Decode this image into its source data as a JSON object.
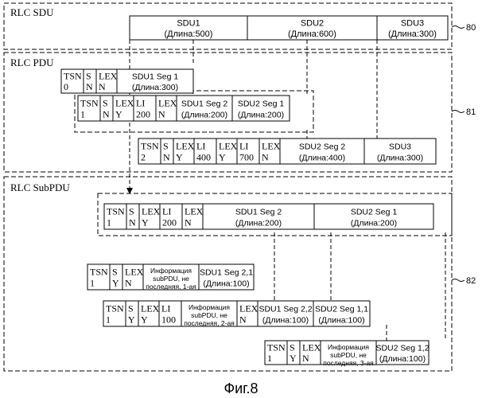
{
  "figure": {
    "caption": "Фиг.8"
  },
  "sections": {
    "sdu": {
      "title": "RLC SDU",
      "ref": "80"
    },
    "pdu": {
      "title": "RLC PDU",
      "ref": "81"
    },
    "subpdu": {
      "title": "RLC SubPDU",
      "ref": "82"
    }
  },
  "sdu_row": [
    {
      "name": "SDU1",
      "length": "(Длина:500)"
    },
    {
      "name": "SDU2",
      "length": "(Длина:600)"
    },
    {
      "name": "SDU3",
      "length": "(Длина:300)"
    }
  ],
  "pdu_rows": [
    {
      "header": [
        [
          "TSN",
          "0"
        ],
        [
          "S",
          "N"
        ],
        [
          "LEX",
          "N"
        ]
      ],
      "payload": [
        [
          "SDU1 Seg 1",
          "(Длина:300)"
        ]
      ]
    },
    {
      "header": [
        [
          "TSN",
          "1"
        ],
        [
          "S",
          "N"
        ],
        [
          "LEX",
          "Y"
        ],
        [
          "LI",
          "200"
        ],
        [
          "LEX",
          "N"
        ]
      ],
      "payload": [
        [
          "SDU1 Seg 2",
          "(Длина:200)"
        ],
        [
          "SDU2 Seg 1",
          "(Длина:200)"
        ]
      ]
    },
    {
      "header": [
        [
          "TSN",
          "2"
        ],
        [
          "S",
          "N"
        ],
        [
          "LEX",
          "Y"
        ],
        [
          "LI",
          "400"
        ],
        [
          "LEX",
          "Y"
        ],
        [
          "LI",
          "700"
        ],
        [
          "LEX",
          "N"
        ]
      ],
      "payload": [
        [
          "SDU2 Seg 2",
          "(Длина:400)"
        ],
        [
          "SDU3",
          "(Длина:300)"
        ]
      ]
    }
  ],
  "subpdu_main": {
    "header": [
      [
        "TSN",
        "1"
      ],
      [
        "S",
        "N"
      ],
      [
        "LEX",
        "Y"
      ],
      [
        "LI",
        "200"
      ],
      [
        "LEX",
        "N"
      ]
    ],
    "payload": [
      [
        "SDU1 Seg 2",
        "(Длина:200)"
      ],
      [
        "SDU2 Seg 1",
        "(Длина:200)"
      ]
    ]
  },
  "subpdu_rows": [
    {
      "header": [
        [
          "TSN",
          "1"
        ],
        [
          "S",
          "Y"
        ],
        [
          "LEX",
          "N"
        ]
      ],
      "info": [
        "Информация",
        "subPDU, не",
        "последняя, 1-ая"
      ],
      "payload": [
        [
          "SDU1 Seg 2,1",
          "(Длина:100)"
        ]
      ]
    },
    {
      "header": [
        [
          "TSN",
          "1"
        ],
        [
          "S",
          "Y"
        ],
        [
          "LEX",
          "Y"
        ],
        [
          "LI",
          "100"
        ]
      ],
      "info": [
        "Информация",
        "subPDU, не",
        "последняя, 2-ая"
      ],
      "mid": [
        "LEX",
        "N"
      ],
      "payload": [
        [
          "SDU1 Seg 2,2",
          "(Длина:100)"
        ],
        [
          "SDU2 Seg 1,1",
          "(Длина:100)"
        ]
      ]
    },
    {
      "header": [
        [
          "TSN",
          "1"
        ],
        [
          "S",
          "Y"
        ],
        [
          "LEX",
          "N"
        ]
      ],
      "info": [
        "Информация",
        "subPDU, не",
        "последняя, 3-ая"
      ],
      "payload": [
        [
          "SDU2 Seg 1,2",
          "(Длина:100)"
        ]
      ]
    }
  ]
}
